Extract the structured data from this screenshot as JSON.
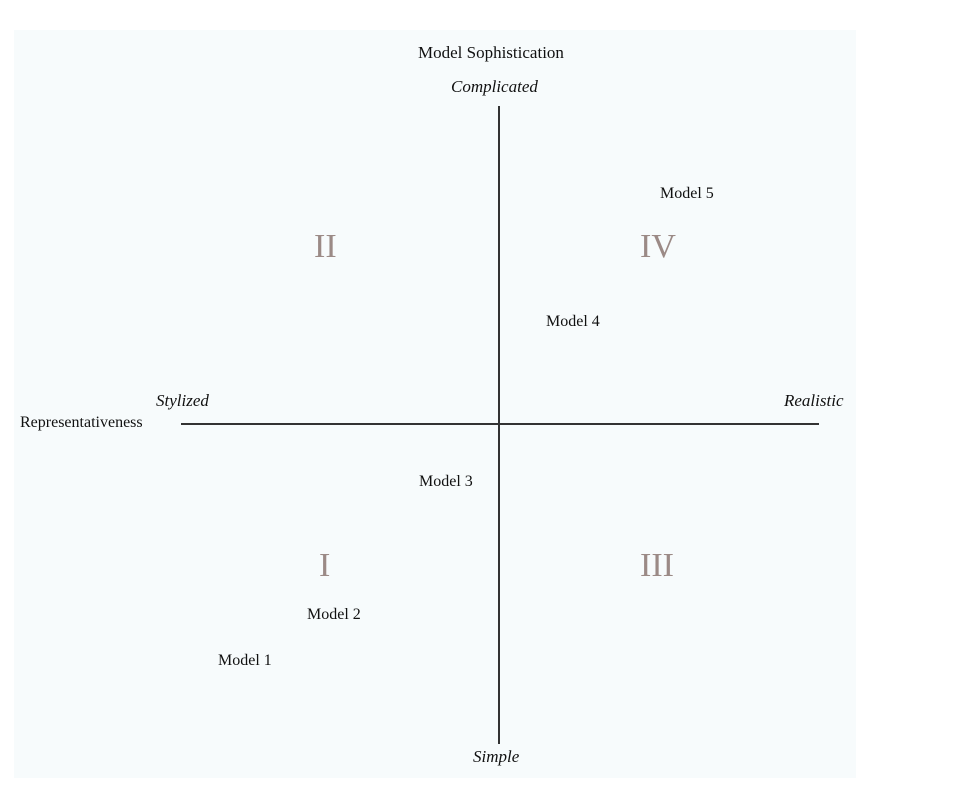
{
  "axes": {
    "vertical": {
      "title": "Model Sophistication",
      "top_label": "Complicated",
      "bottom_label": "Simple"
    },
    "horizontal": {
      "title": "Representativeness",
      "left_label": "Stylized",
      "right_label": "Realistic"
    }
  },
  "quadrants": {
    "top_left": "II",
    "top_right": "IV",
    "bottom_left": "I",
    "bottom_right": "III"
  },
  "models": [
    "Model 1",
    "Model 2",
    "Model 3",
    "Model 4",
    "Model 5"
  ],
  "colors": {
    "background": "#f7fbfc",
    "axis": "#333333",
    "quadrant_numeral": "#9b8a86",
    "text": "#111111"
  }
}
